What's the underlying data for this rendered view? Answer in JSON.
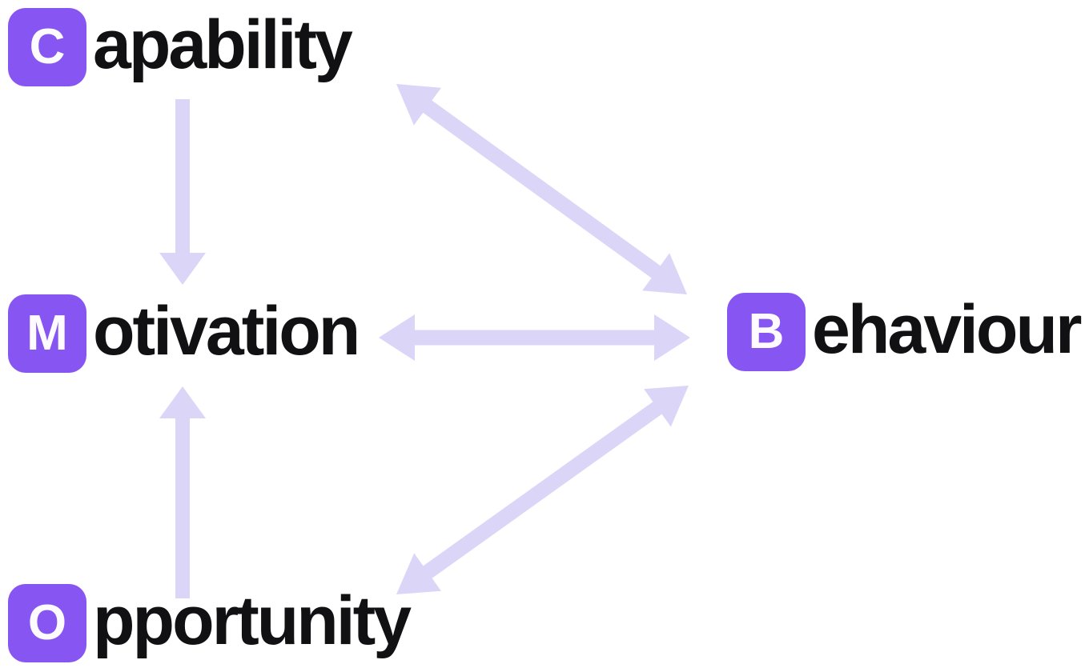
{
  "diagram": {
    "nodes": [
      {
        "id": "capability",
        "initial": "C",
        "rest": "apability"
      },
      {
        "id": "motivation",
        "initial": "M",
        "rest": "otivation"
      },
      {
        "id": "opportunity",
        "initial": "O",
        "rest": "pportunity"
      },
      {
        "id": "behaviour",
        "initial": "B",
        "rest": "ehaviour"
      }
    ],
    "edges": [
      {
        "id": "capability-to-motivation",
        "from": "capability",
        "to": "motivation",
        "bidirectional": false
      },
      {
        "id": "opportunity-to-motivation",
        "from": "opportunity",
        "to": "motivation",
        "bidirectional": false
      },
      {
        "id": "motivation-behaviour",
        "from": "motivation",
        "to": "behaviour",
        "bidirectional": true
      },
      {
        "id": "capability-behaviour",
        "from": "capability",
        "to": "behaviour",
        "bidirectional": true
      },
      {
        "id": "opportunity-behaviour",
        "from": "opportunity",
        "to": "behaviour",
        "bidirectional": true
      }
    ],
    "colors": {
      "badge_background": "#8655F2",
      "badge_letter": "#FDFBFD",
      "label_text": "#111113",
      "arrow": "#DBD5F7",
      "background": "#FFFFFF"
    }
  }
}
